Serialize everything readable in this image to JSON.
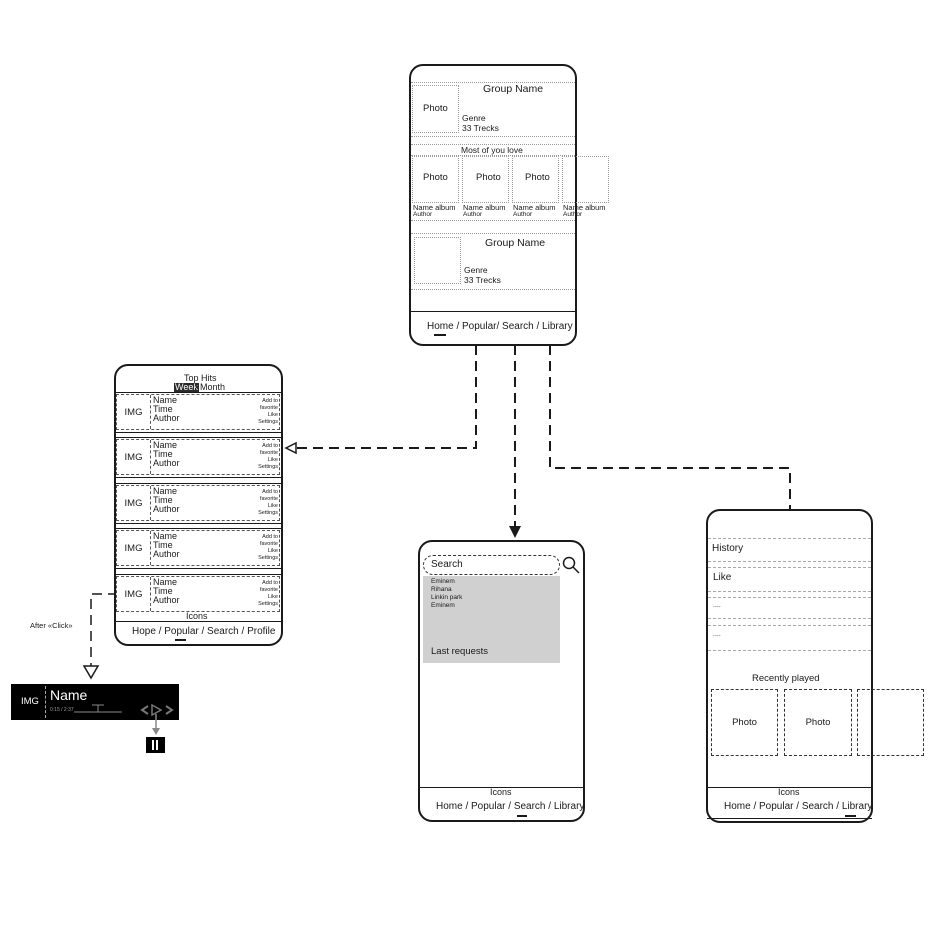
{
  "home": {
    "group1": {
      "photo": "Photo",
      "name": "Group Name",
      "genre": "Genre",
      "tracks": "33 Trecks"
    },
    "section_title": "Most of you love",
    "albums": [
      {
        "photo": "Photo",
        "name": "Name album",
        "author": "Author"
      },
      {
        "photo": "Photo",
        "name": "Name album",
        "author": "Author"
      },
      {
        "photo": "Photo",
        "name": "Name album",
        "author": "Author"
      },
      {
        "photo": "",
        "name": "Name album",
        "author": "Author"
      }
    ],
    "group2": {
      "name": "Group Name",
      "genre": "Genre",
      "tracks": "33 Trecks"
    },
    "nav": "Home / Popular/ Search / Library"
  },
  "top_hits": {
    "title": "Top Hits",
    "filter_week": "Week",
    "filter_sep": " / Month",
    "rows": [
      {
        "img": "IMG",
        "name": "Name",
        "time": "Time",
        "author": "Author",
        "a1": "Add to",
        "a2": "favorite",
        "a3": "Like",
        "a4": "Settings"
      },
      {
        "img": "IMG",
        "name": "Name",
        "time": "Time",
        "author": "Author",
        "a1": "Add to",
        "a2": "favorite",
        "a3": "Like",
        "a4": "Settings"
      },
      {
        "img": "IMG",
        "name": "Name",
        "time": "Time",
        "author": "Author",
        "a1": "Add to",
        "a2": "favorite",
        "a3": "Like",
        "a4": "Settings"
      },
      {
        "img": "IMG",
        "name": "Name",
        "time": "Time",
        "author": "Author",
        "a1": "Add to",
        "a2": "favorite",
        "a3": "Like",
        "a4": "Settings"
      },
      {
        "img": "IMG",
        "name": "Name",
        "time": "Time",
        "author": "Author",
        "a1": "Add to",
        "a2": "favorite",
        "a3": "Like",
        "a4": "Settings"
      }
    ],
    "icons": "Icons",
    "nav": "Hope / Popular / Search / Profile"
  },
  "after_click": "After «Click»",
  "player": {
    "img": "IMG",
    "name": "Name",
    "time": "0:15 / 2:37",
    "pause_icon": "pause-icon"
  },
  "search": {
    "placeholder": "Search",
    "results": [
      "Eminem",
      "Rihana",
      "Linkin park",
      "Eminem"
    ],
    "last_requests": "Last requests",
    "icons": "Icons",
    "nav": "Home / Popular / Search / Library"
  },
  "library": {
    "history": "History",
    "like": "Like",
    "dots1": "....",
    "dots2": "....",
    "recent": "Recently played",
    "photos": [
      "Photo",
      "Photo",
      ""
    ],
    "icons": "Icons",
    "nav": "Home / Popular / Search / Library"
  }
}
